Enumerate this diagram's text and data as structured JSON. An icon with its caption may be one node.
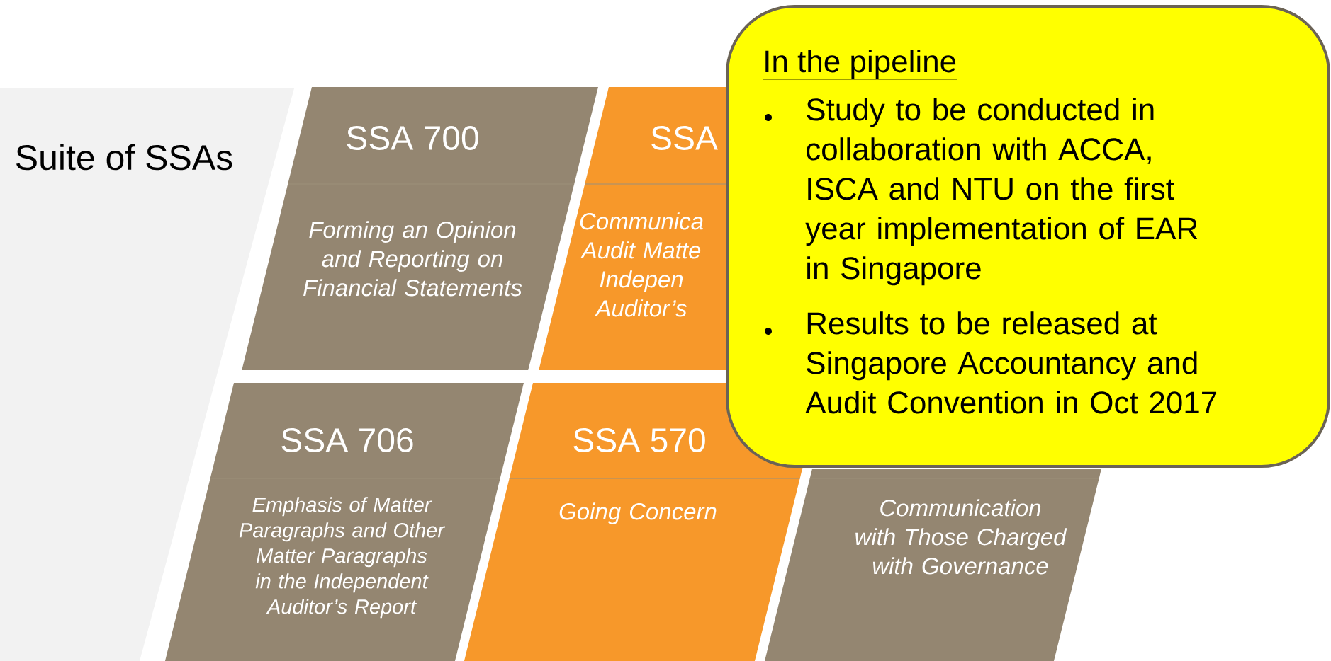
{
  "diagram": {
    "nodes": [
      {
        "text": [
          "Suite of SSAs"
        ]
      },
      {
        "text": [
          "SSA 700",
          "Forming an Opinion and Reporting on Financial Statements"
        ]
      },
      {
        "text": [
          "SSA",
          "Communica Audit Matte Indepen Auditor’s"
        ]
      },
      {
        "text": [
          "SSA 706",
          "Emphasis of Matter Paragraphs and Other Matter Paragraphs in the Independent Auditor’s Report"
        ]
      },
      {
        "text": [
          "SSA 570",
          "Going Concern"
        ]
      },
      {
        "text": [
          "Communication with Those Charged with Governance"
        ]
      },
      {
        "text": [
          "In the pipeline",
          "Study to be conducted in collaboration with ACCA, ISCA and NTU on the first year implementation of EAR in Singapore",
          "Results to be released at Singapore Accountancy and Audit Convention in Oct 2017"
        ]
      }
    ]
  }
}
